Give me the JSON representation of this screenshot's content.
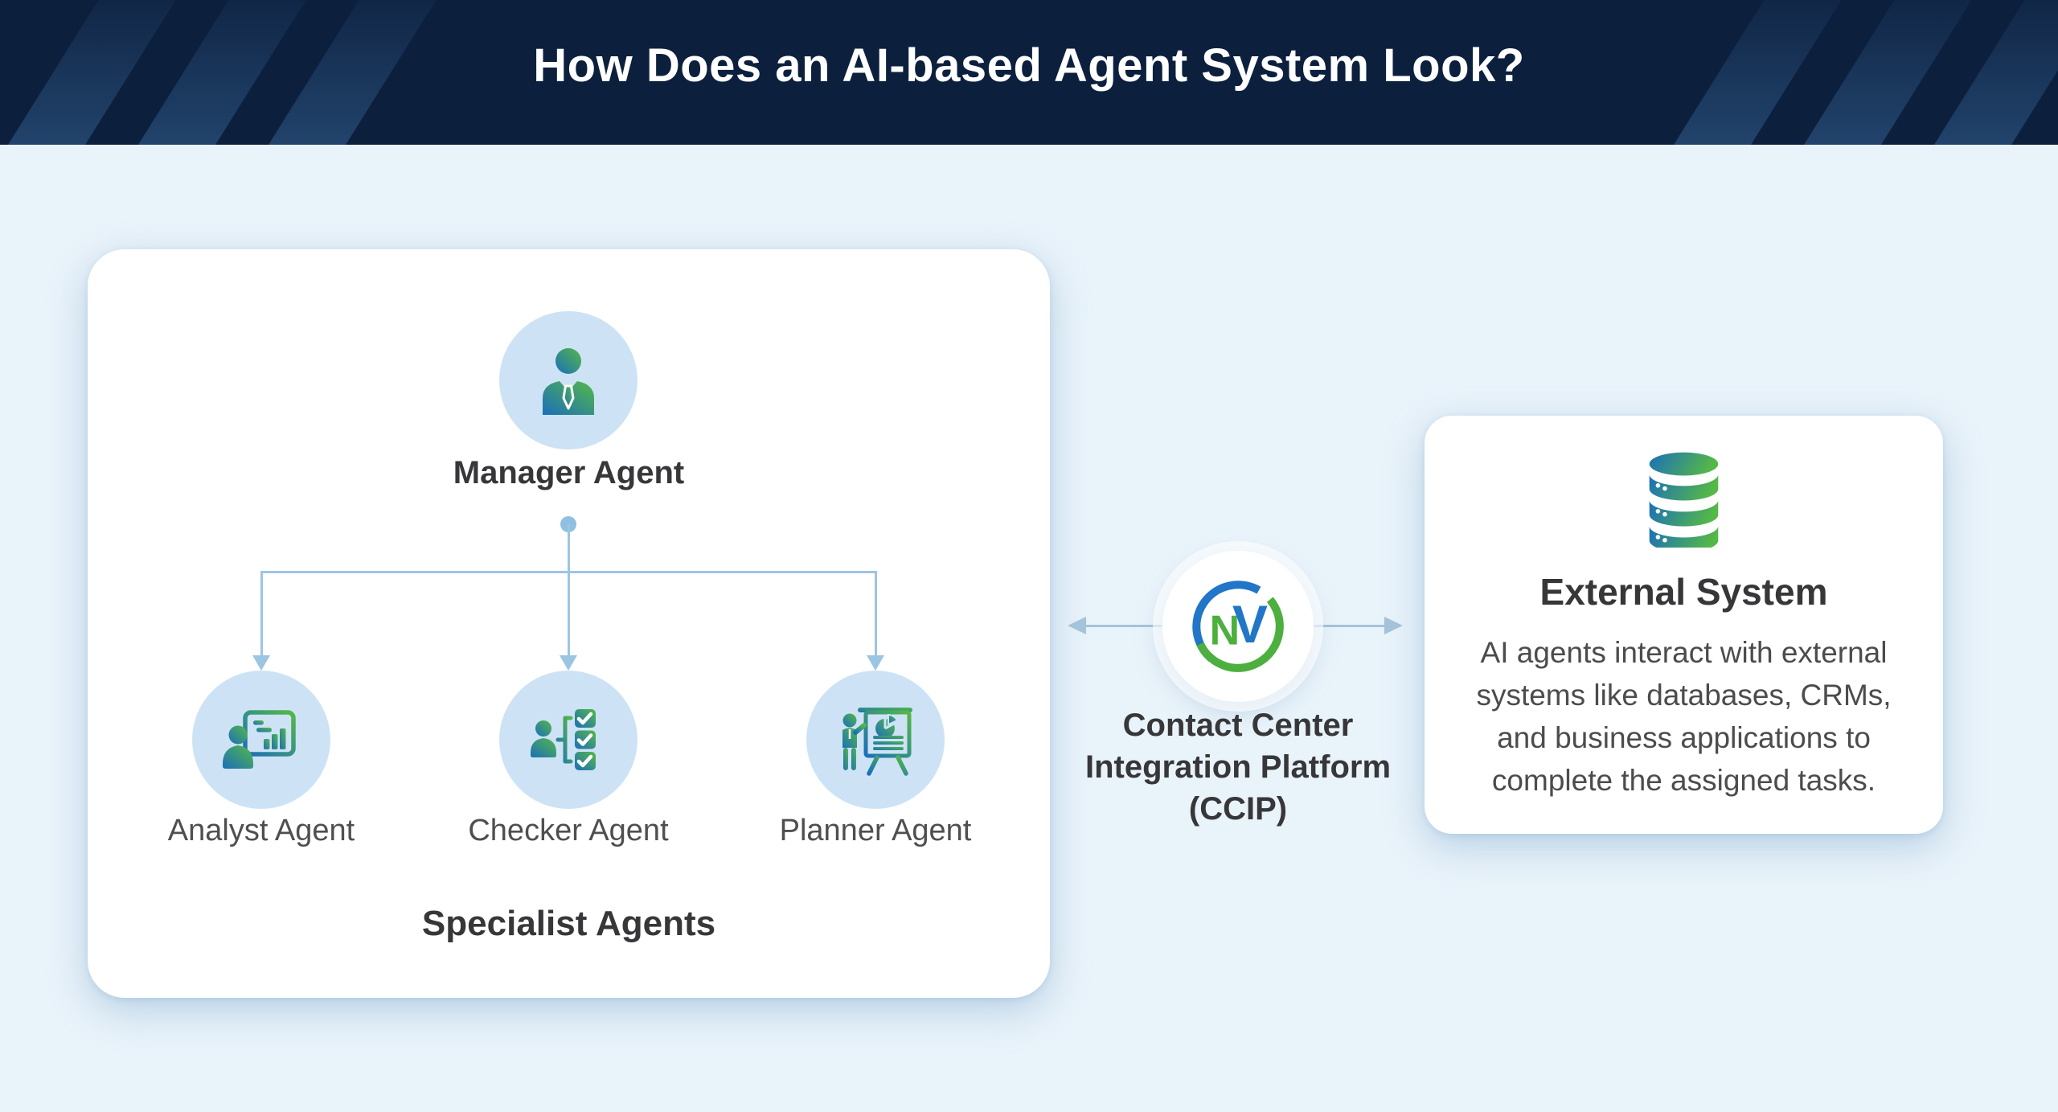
{
  "header": {
    "title": "How Does an AI-based Agent System Look?"
  },
  "left_card": {
    "manager": {
      "label": "Manager Agent",
      "icon": "businessperson-icon"
    },
    "specialists": [
      {
        "label": "Analyst Agent",
        "icon": "analyst-presentation-chart-icon"
      },
      {
        "label": "Checker Agent",
        "icon": "checker-checklist-icon"
      },
      {
        "label": "Planner Agent",
        "icon": "planner-easel-pie-chart-icon"
      }
    ],
    "group_label": "Specialist Agents"
  },
  "connector": {
    "logo": "nv-circle-logo",
    "logo_letters": {
      "n": "N",
      "v": "V"
    },
    "platform_lines": [
      "Contact Center",
      "Integration Platform",
      "(CCIP)"
    ]
  },
  "right_card": {
    "icon": "database-icon",
    "title": "External System",
    "description_lines": [
      "AI agents interact with external",
      "systems like databases, CRMs,",
      "and business applications to",
      "complete the assigned tasks."
    ]
  },
  "colors": {
    "header_navy": "#0c203e",
    "page_bg": "#e9f3fa",
    "card_bg": "#ffffff",
    "icon_circle_bg": "#cde3f5",
    "tree_connector_blue": "#9cc5e2",
    "mid_arrow_blue_gray": "#a5c3da",
    "gradient_blue": "#1b6fb9",
    "gradient_green": "#55b847",
    "logo_blue": "#2176c7",
    "logo_green": "#4caf3e",
    "heading_text": "#37373a",
    "body_text": "#4c4c4e"
  }
}
